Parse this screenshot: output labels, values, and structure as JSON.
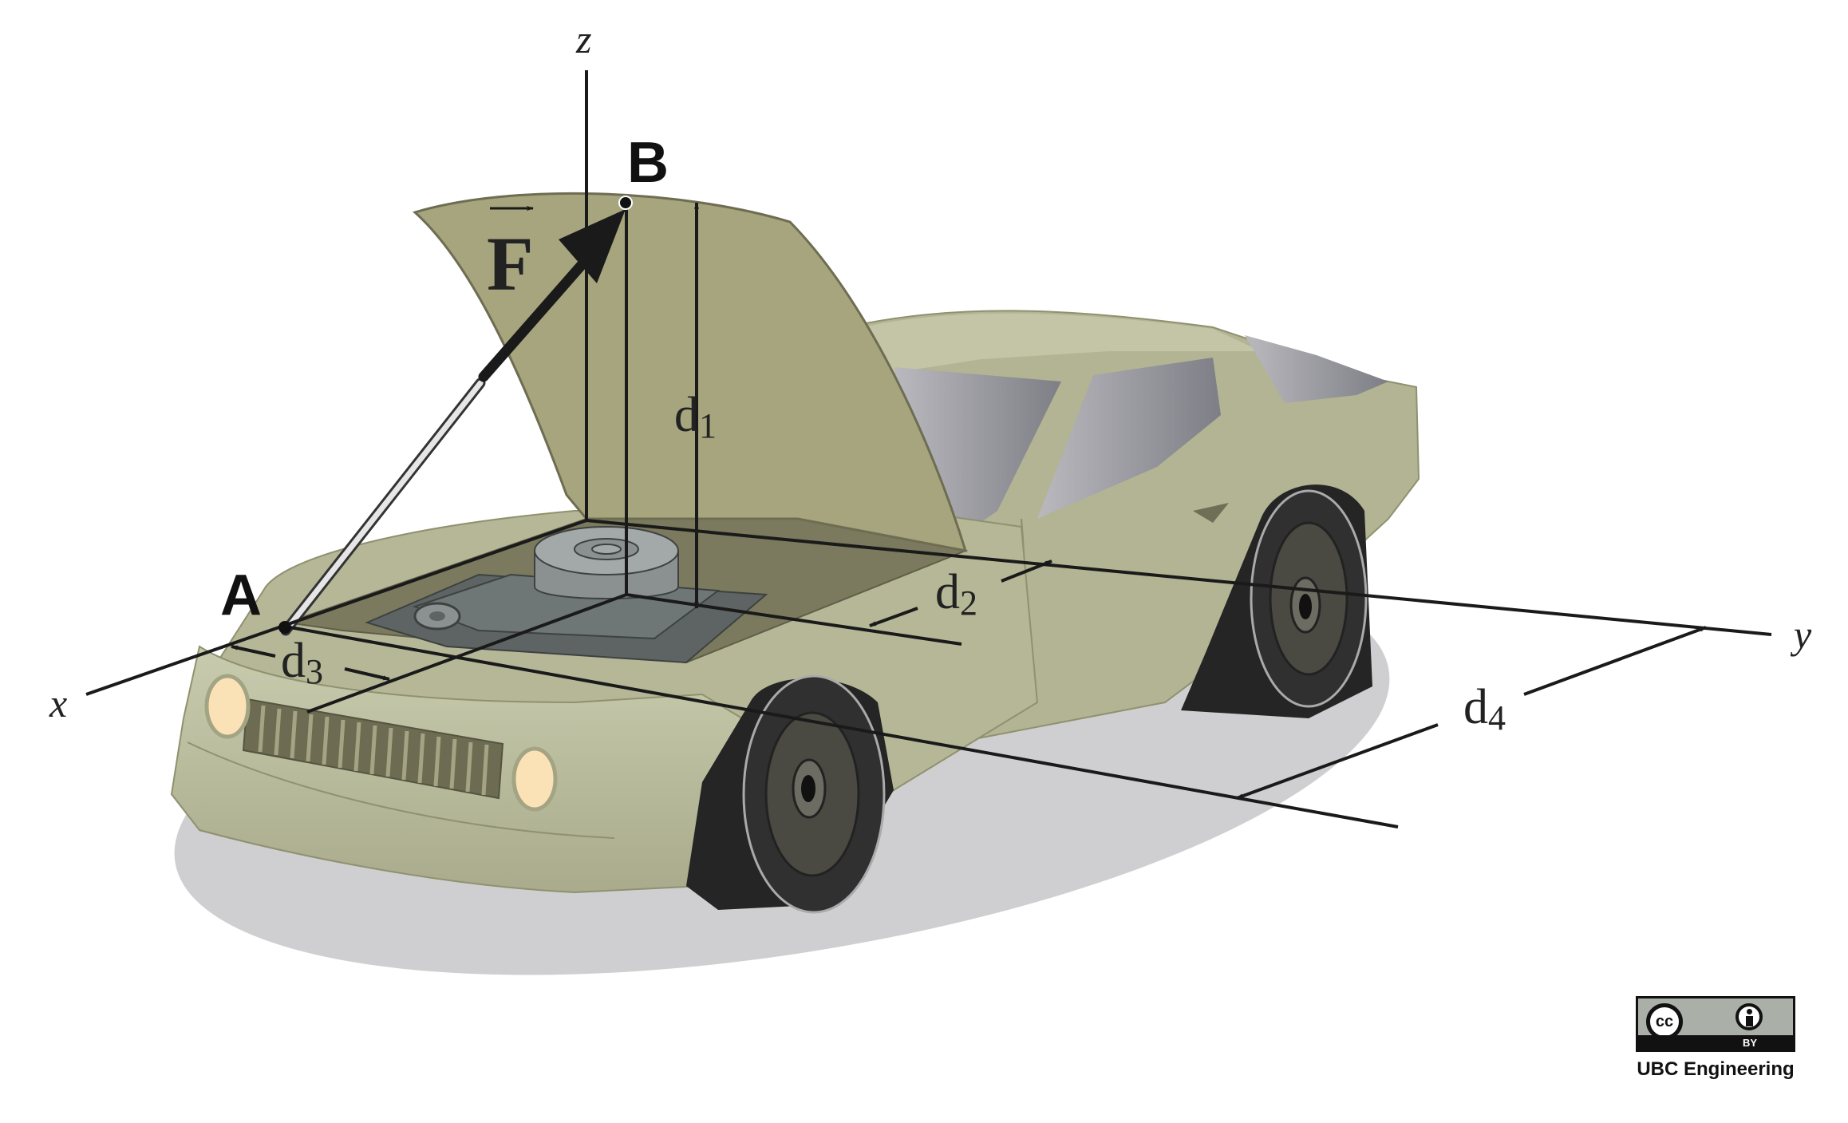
{
  "labels": {
    "axis_x": "x",
    "axis_y": "y",
    "axis_z": "z",
    "point_a": "A",
    "point_b": "B",
    "force": "F",
    "d1_main": "d",
    "d1_sub": "1",
    "d2_main": "d",
    "d2_sub": "2",
    "d3_main": "d",
    "d3_sub": "3",
    "d4_main": "d",
    "d4_sub": "4"
  },
  "credit": {
    "license_cc": "cc",
    "license_by": "BY",
    "author": "UBC Engineering"
  },
  "colors": {
    "car_body": "#b5b797",
    "car_shade": "#9c9e7e",
    "hood": "#a6a57e",
    "engine_bay": "#7b7a5e",
    "tire": "#252525",
    "shadow": "#cfcfd1",
    "glass": "#9a9aa0"
  }
}
